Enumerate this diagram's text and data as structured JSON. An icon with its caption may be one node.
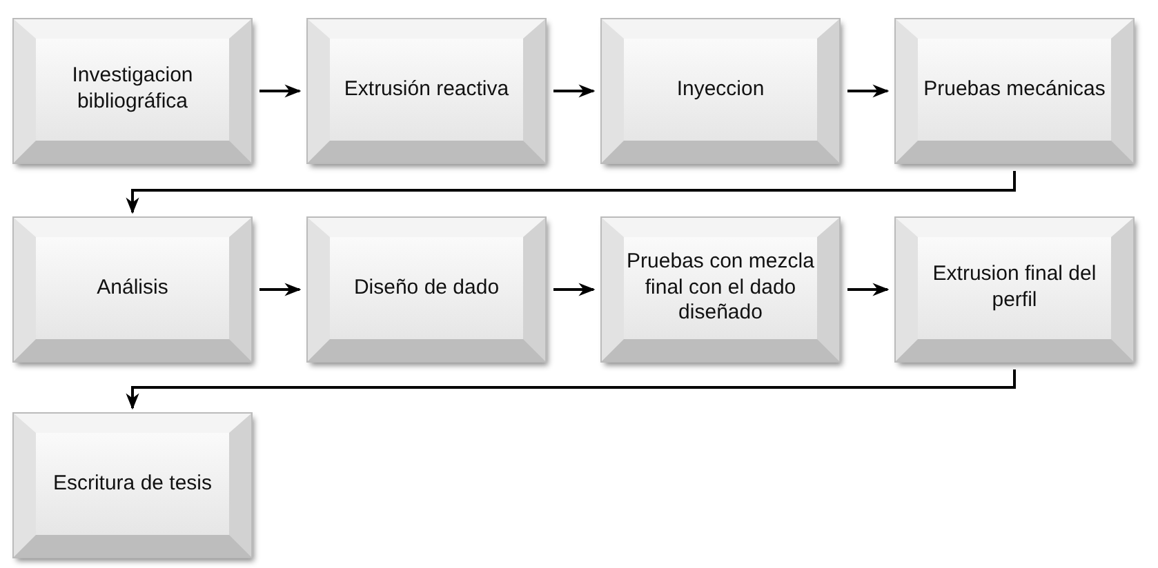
{
  "diagram": {
    "nodes": [
      {
        "text": [
          "Investigacion bibliográfica"
        ]
      },
      {
        "text": [
          "Extrusión reactiva"
        ]
      },
      {
        "text": [
          "Inyeccion"
        ]
      },
      {
        "text": [
          "Pruebas mecánicas"
        ]
      },
      {
        "text": [
          "Análisis"
        ]
      },
      {
        "text": [
          "Diseño de dado"
        ]
      },
      {
        "text": [
          "Pruebas con mezcla final con el dado diseñado"
        ]
      },
      {
        "text": [
          "Extrusion final del perfil"
        ]
      },
      {
        "text": [
          "Escritura de tesis"
        ]
      }
    ],
    "edges": [
      {
        "from": 0,
        "to": 1,
        "arrow": "to"
      },
      {
        "from": 1,
        "to": 2,
        "arrow": "to"
      },
      {
        "from": 2,
        "to": 3,
        "arrow": "to"
      },
      {
        "from": 3,
        "to": 4,
        "arrow": "to"
      },
      {
        "from": 4,
        "to": 5,
        "arrow": "to"
      },
      {
        "from": 5,
        "to": 6,
        "arrow": "to"
      },
      {
        "from": 6,
        "to": 7,
        "arrow": "to"
      },
      {
        "from": 7,
        "to": 8,
        "arrow": "to"
      }
    ]
  }
}
